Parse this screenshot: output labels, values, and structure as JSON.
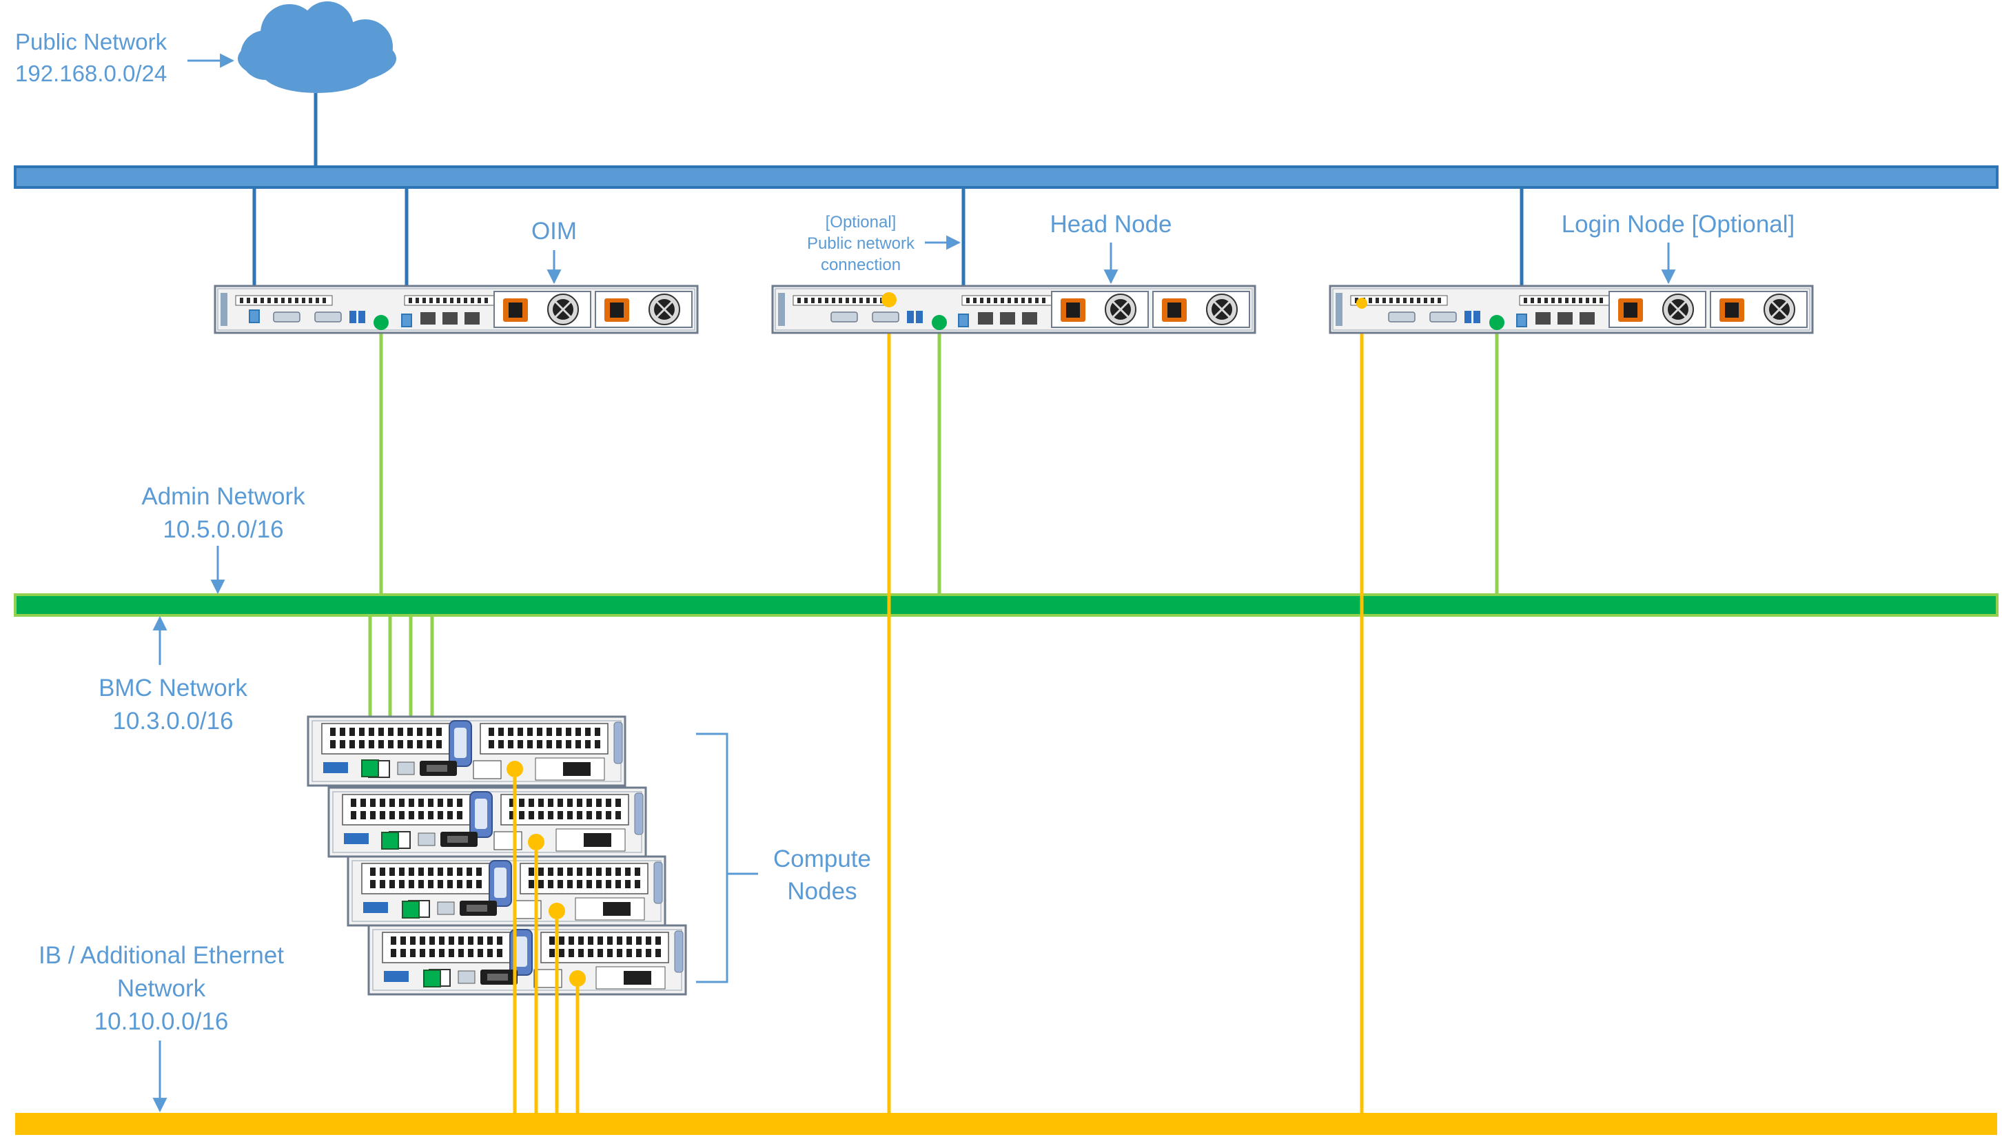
{
  "colors": {
    "public": "#2e75b6",
    "public_bus_fill": "#5b9bd5",
    "admin": "#00b050",
    "admin_link": "#92d050",
    "ib": "#ffc000",
    "label": "#5b9bd5",
    "cloud": "#5b9bd5"
  },
  "networks": {
    "public": {
      "name": "Public Network",
      "subnet": "192.168.0.0/24"
    },
    "admin": {
      "name": "Admin Network",
      "subnet": "10.5.0.0/16"
    },
    "bmc": {
      "name": "BMC Network",
      "subnet": "10.3.0.0/16"
    },
    "ib": {
      "name_line1": "IB / Additional Ethernet",
      "name_line2": "Network",
      "subnet": "10.10.0.0/16"
    }
  },
  "nodes": {
    "oim": {
      "label": "OIM"
    },
    "head": {
      "label": "Head Node"
    },
    "login": {
      "label": "Login Node [Optional]"
    },
    "compute": {
      "label_line1": "Compute",
      "label_line2": "Nodes",
      "count": 4
    }
  },
  "annotations": {
    "optional_public": [
      "[Optional]",
      "Public network",
      "connection"
    ]
  }
}
